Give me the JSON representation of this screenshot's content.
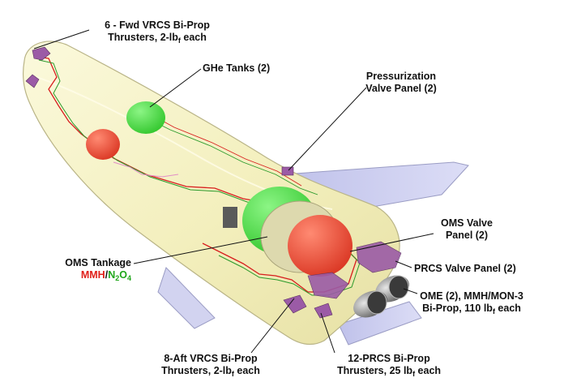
{
  "labels": {
    "fwd_vrcs": {
      "line1": "6 - Fwd VRCS Bi-Prop",
      "line2_pre": "Thrusters, 2-lb",
      "line2_sub": "f",
      "line2_post": " each"
    },
    "ghe_tanks": {
      "text": "GHe Tanks (2)"
    },
    "pressurization": {
      "line1": "Pressurization",
      "line2": "Valve Panel (2)"
    },
    "oms_valve": {
      "line1": "OMS Valve",
      "line2": "Panel (2)"
    },
    "oms_tankage": {
      "line1": "OMS Tankage",
      "mmh": "MMH",
      "slash": "/",
      "n2o4_a": "N",
      "n2o4_sub1": "2",
      "n2o4_b": "O",
      "n2o4_sub2": "4"
    },
    "prcs_valve": {
      "text": "PRCS Valve Panel (2)"
    },
    "ome": {
      "line1": "OME (2), MMH/MON-3",
      "line2_pre": "Bi-Prop, 110 lb",
      "line2_sub": "f",
      "line2_post": " each"
    },
    "aft_vrcs": {
      "line1": "8-Aft VRCS Bi-Prop",
      "line2_pre": "Thrusters, 2-lb",
      "line2_sub": "f",
      "line2_post": " each"
    },
    "prcs_thrusters": {
      "line1": "12-PRCS Bi-Prop",
      "line2_pre": "Thrusters, 25 lb",
      "line2_sub": "f",
      "line2_post": " each"
    }
  },
  "colors": {
    "hull": "#f6f3c4",
    "hull_stroke": "#b9b487",
    "wing": "#cfd1ef",
    "wing_stroke": "#9a9cc4",
    "ghe_tank": "#3fe03a",
    "mmh_tank": "#ee4a33",
    "n2o4_tank": "#42d83c",
    "mmh_text": "#e0201a",
    "n2o4_text": "#1fa61a",
    "line_red": "#d81e1e",
    "line_green": "#2a9a2a",
    "hardware": "#9b5ba6",
    "nozzle": "#8a8a8a"
  }
}
